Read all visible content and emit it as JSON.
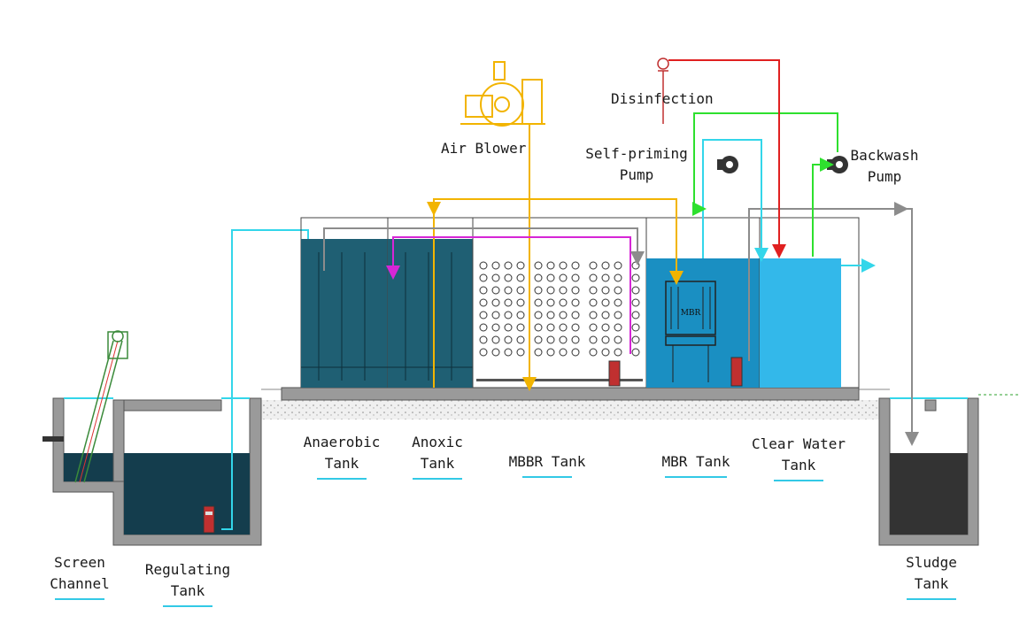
{
  "labels": {
    "air_blower": "Air Blower",
    "disinfection": "Disinfection",
    "self_priming_pump_1": "Self-priming",
    "self_priming_pump_2": "Pump",
    "backwash_pump_1": "Backwash",
    "backwash_pump_2": "Pump",
    "screen_channel_1": "Screen",
    "screen_channel_2": "Channel",
    "regulating_tank_1": "Regulating",
    "regulating_tank_2": "Tank",
    "anaerobic_tank_1": "Anaerobic",
    "anaerobic_tank_2": "Tank",
    "anoxic_tank_1": "Anoxic",
    "anoxic_tank_2": "Tank",
    "mbbr_tank": "MBBR Tank",
    "mbr_tank": "MBR Tank",
    "clear_water_tank_1": "Clear Water",
    "clear_water_tank_2": "Tank",
    "sludge_tank_1": "Sludge",
    "sludge_tank_2": "Tank",
    "mbr_module": "MBR"
  },
  "colors": {
    "air_line": "#f2b400",
    "water_line": "#33d6ea",
    "backwash_line": "#2ee02e",
    "disinfection_line": "#e02020",
    "sludge_line": "#8c8c8c",
    "return_line": "#d626d6",
    "dark_tank": "#1f5f73",
    "clear_water": "#33b8ea",
    "sludge": "#333333",
    "regulating_water": "#143d4d"
  },
  "icons": [
    "air-blower-icon",
    "disinfection-icon",
    "pump-icon",
    "screen-icon",
    "submersible-pump-icon"
  ]
}
